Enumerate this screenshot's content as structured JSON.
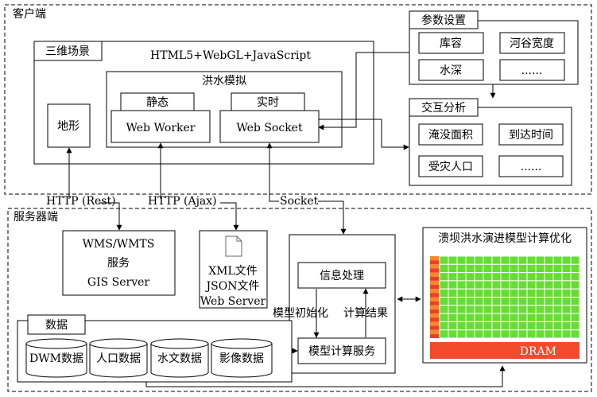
{
  "client": {
    "label": "客户端",
    "scene": {
      "label": "三维场景",
      "tech": "HTML5+WebGL+JavaScript",
      "terrain": "地形",
      "flood": {
        "label": "洪水模拟",
        "static_tab": "静态",
        "realtime_tab": "实时",
        "web_worker": "Web Worker",
        "web_socket": "Web Socket"
      }
    },
    "params": {
      "label": "参数设置",
      "items": [
        "库容",
        "河谷宽度",
        "水深",
        "......"
      ]
    },
    "analysis": {
      "label": "交互分析",
      "items": [
        "淹没面积",
        "到达时间",
        "受灾人口",
        "......"
      ]
    }
  },
  "connections": {
    "http_rest": "HTTP (Rest)",
    "http_ajax": "HTTP (Ajax)",
    "socket": "Socket"
  },
  "server": {
    "label": "服务器端",
    "gis": [
      "WMS/WMTS",
      "服务",
      "GIS Server"
    ],
    "files": [
      "XML文件",
      "JSON文件",
      "Web Server"
    ],
    "info_processing": "信息处理",
    "model_init": "模型初始化",
    "calc_result": "计算结果",
    "model_service": "模型计算服务",
    "data": {
      "label": "数据",
      "items": [
        "DWM数据",
        "人口数据",
        "水文数据",
        "影像数据"
      ]
    },
    "gpu": {
      "label": "溃坝洪水演进模型计算优化",
      "dram": "DRAM",
      "rows": 10,
      "cols": 16
    }
  },
  "colors": {
    "grid_cell": "#66dd33",
    "grid_cell_stroke": "#ffffff",
    "grid_bar_orange": "#f08a2c",
    "grid_bar_red": "#e8402a",
    "dram": "#f24a2c",
    "gpu_bg": "#7fe05a"
  }
}
